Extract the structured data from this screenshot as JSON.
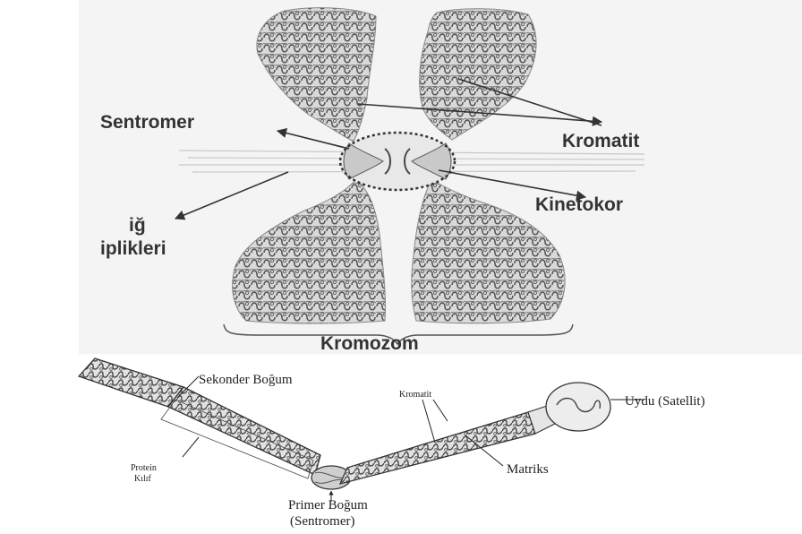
{
  "top_diagram": {
    "labels": {
      "sentromer": "Sentromer",
      "kromatit": "Kromatit",
      "kinetokor": "Kinetokor",
      "ig_line1": "iğ",
      "ig_line2": "iplikleri",
      "kromozom": "Kromozom"
    }
  },
  "bottom_diagram": {
    "labels": {
      "sekonder_bogum": "Sekonder Boğum",
      "kromatit": "Kromatit",
      "uydu": "Uydu (Satellit)",
      "protein_line1": "Protein",
      "protein_line2": "Kılıf",
      "matriks": "Matriks",
      "primer_line1": "Primer Boğum",
      "primer_line2": "(Sentromer)"
    }
  },
  "colors": {
    "chromatin": "#6f6f6f",
    "arrow": "#333333",
    "panel_background": "#f4f4f4"
  }
}
